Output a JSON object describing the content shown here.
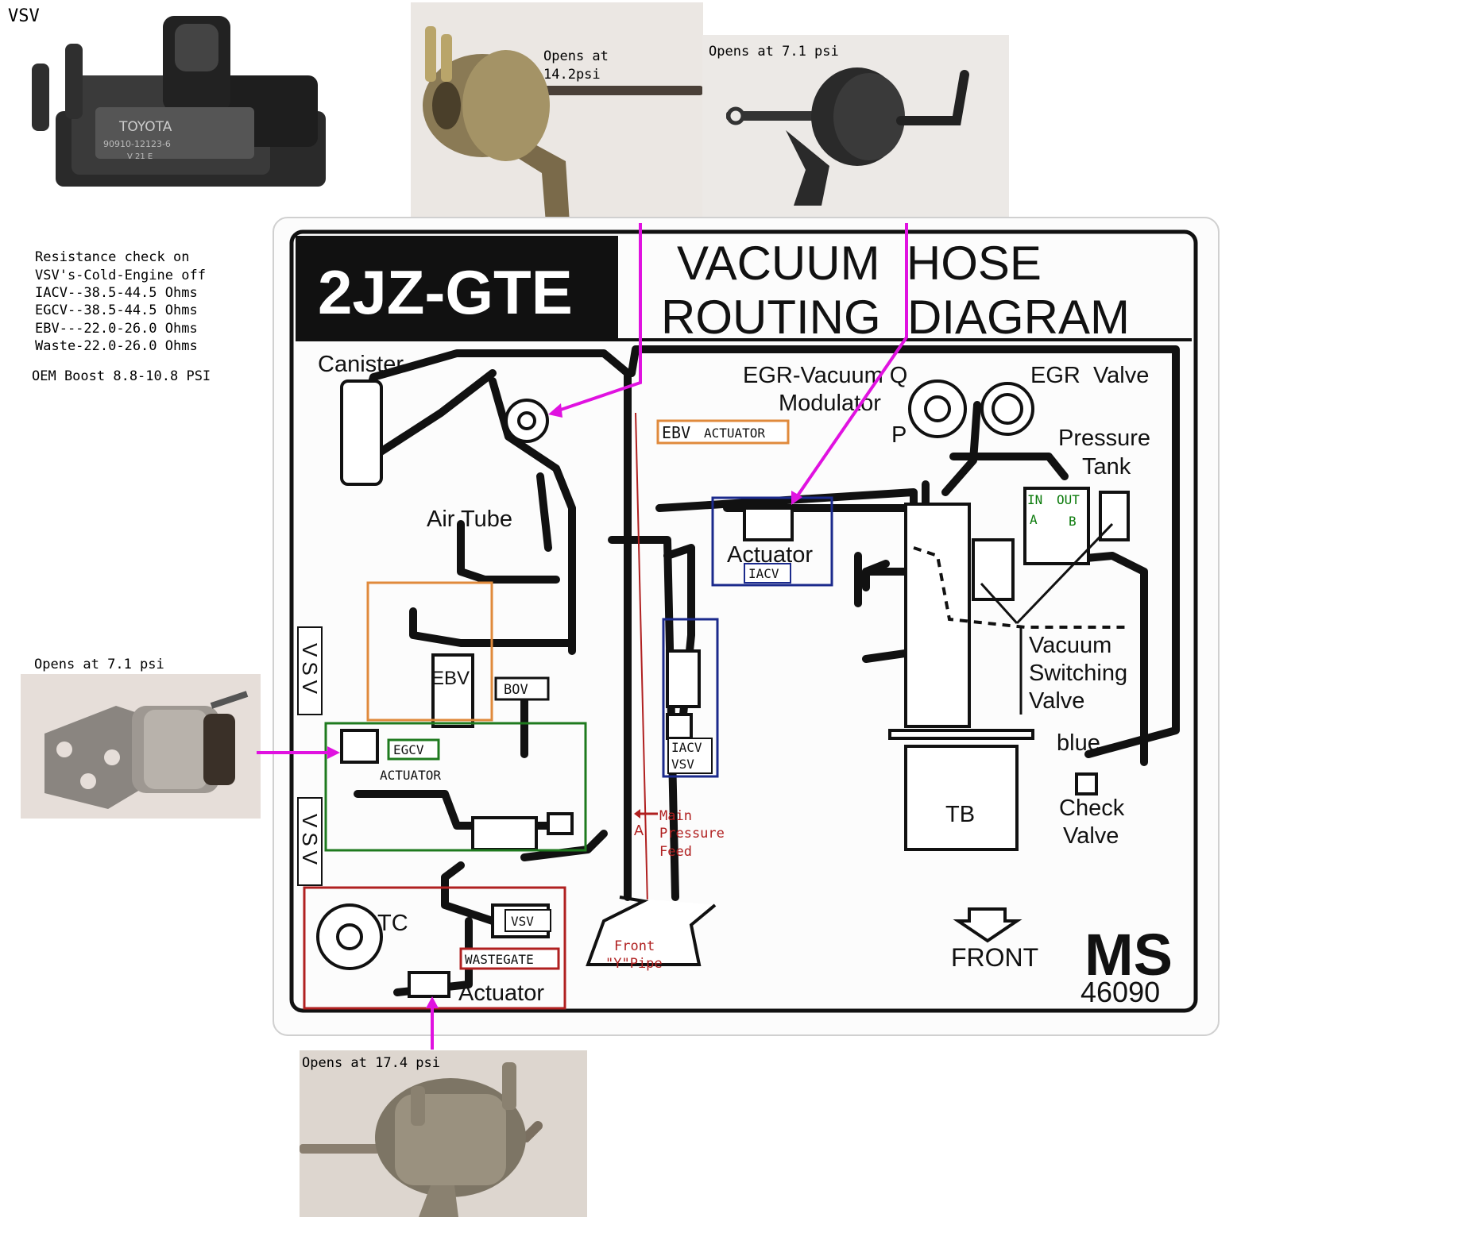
{
  "vsv_photo_label": "VSV",
  "vsv_part_text": [
    "TOYOTA",
    "90910-12123-6",
    "V 21 E"
  ],
  "resistance_notes": [
    "Resistance check on",
    "VSV's-Cold-Engine off",
    "IACV--38.5-44.5 Ohms",
    "EGCV--38.5-44.5 Ohms",
    "EBV---22.0-26.0 Ohms",
    "Waste-22.0-26.0 Ohms"
  ],
  "oem_boost": "OEM Boost 8.8-10.8 PSI",
  "photos": {
    "ebv_actuator_caption": "Opens at\n14.2psi",
    "iacv_actuator_caption": "Opens at 7.1 psi",
    "egcv_actuator_caption": "Opens at 7.1 psi",
    "wastegate_actuator_caption": "Opens at 17.4 psi"
  },
  "diagram": {
    "engine_code": "2JZ-GTE",
    "title_line1": "VACUUM  HOSE",
    "title_line2": "ROUTING  DIAGRAM",
    "labels": {
      "canister": "Canister",
      "egr_modulator_1": "EGR-Vacuum Q",
      "egr_modulator_2": "Modulator",
      "p": "P",
      "egr_valve": "EGR  Valve",
      "pressure_tank_1": "Pressure",
      "pressure_tank_2": "Tank",
      "air_tube": "Air Tube",
      "actuator_iacv": "Actuator",
      "vacuum_switching_1": "Vacuum",
      "vacuum_switching_2": "Switching",
      "vacuum_switching_3": "Valve",
      "blue": "blue",
      "check_valve_1": "Check",
      "check_valve_2": "Valve",
      "tb": "TB",
      "tc": "TC",
      "actuator_wastegate": "Actuator",
      "front": "FRONT",
      "ms": "MS",
      "part_number": "46090",
      "vsv_vertical_1": "VSV",
      "vsv_vertical_2": "VSV"
    },
    "annotations": {
      "ebv_actuator": "EBV",
      "ebv_actuator_suffix": "ACTUATOR",
      "iacv": "IACV",
      "ebv": "EBV",
      "bov": "BOV",
      "iacv_vsv_1": "IACV",
      "iacv_vsv_2": "VSV",
      "egcv": "EGCV",
      "egcv_actuator": "ACTUATOR",
      "vsv": "VSV",
      "wastegate": "WASTEGATE",
      "in": "IN",
      "out": "OUT",
      "a": "A",
      "b": "B",
      "main_feed_1": "Main",
      "main_feed_2": "Pressure",
      "main_feed_3": "Feed",
      "main_feed_marker": "A",
      "front_y_pipe_1": "Front",
      "front_y_pipe_2": "\"Y\"Pipe"
    }
  },
  "colors": {
    "magenta": "#e012e0",
    "orange": "#e08a3c",
    "navy": "#1b2a8c",
    "green": "#1e7a1e",
    "darkred": "#b02020",
    "labelgreen": "#0a7a0a",
    "ink": "#111111"
  }
}
